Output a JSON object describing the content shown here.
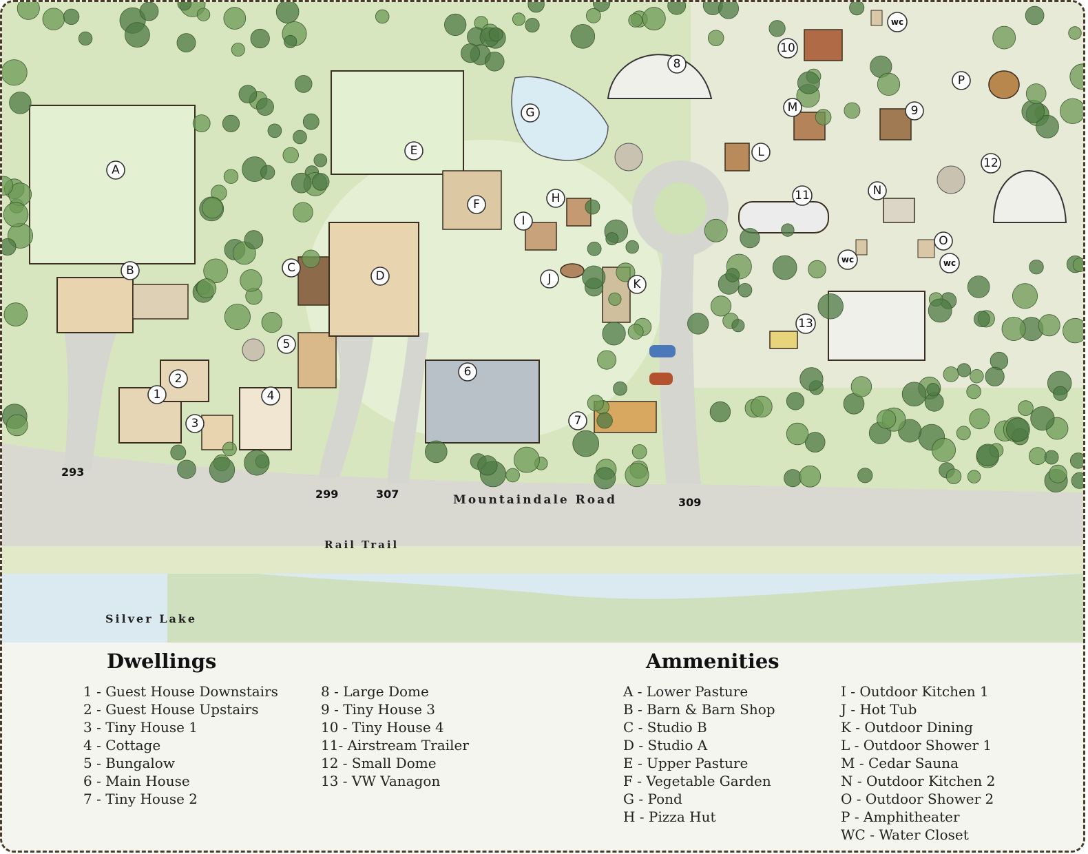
{
  "map": {
    "addresses": [
      "293",
      "299",
      "307",
      "309"
    ],
    "road_name": "Mountaindale Road",
    "trail_name": "Rail Trail",
    "lake_name": "Silver Lake",
    "markers": {
      "A": "A",
      "B": "B",
      "C": "C",
      "D": "D",
      "E": "E",
      "F": "F",
      "G": "G",
      "H": "H",
      "I": "I",
      "J": "J",
      "K": "K",
      "L": "L",
      "M": "M",
      "N": "N",
      "O": "O",
      "P": "P",
      "n1": "1",
      "n2": "2",
      "n3": "3",
      "n4": "4",
      "n5": "5",
      "n6": "6",
      "n7": "7",
      "n8": "8",
      "n9": "9",
      "n10": "10",
      "n11": "11",
      "n12": "12",
      "n13": "13",
      "wc": "wc"
    },
    "colors": {
      "grass": "#d8e6bf",
      "pasture": "#e4f0d2",
      "road": "#d6d6d0",
      "water": "#d9ecf2",
      "tree": "#6e9a55",
      "dark_tree": "#4d7a44",
      "building": "#e8d4ae"
    }
  },
  "legend": {
    "dwellings_title": "Dwellings",
    "dwellings_col1": [
      "1 - Guest House Downstairs",
      "2 - Guest House Upstairs",
      "3 - Tiny House 1",
      "4 - Cottage",
      "5 - Bungalow",
      "6 - Main House",
      "7 - Tiny House 2"
    ],
    "dwellings_col2": [
      "8 - Large Dome",
      "9 - Tiny House 3",
      "10 - Tiny House 4",
      "11- Airstream Trailer",
      "12 - Small Dome",
      "13 - VW Vanagon"
    ],
    "amenities_title": "Ammenities",
    "amenities_col1": [
      "A - Lower Pasture",
      "B - Barn & Barn Shop",
      "C - Studio B",
      "D - Studio A",
      "E - Upper Pasture",
      "F - Vegetable Garden",
      "G - Pond",
      "H - Pizza Hut"
    ],
    "amenities_col2": [
      "I - Outdoor Kitchen 1",
      "J - Hot Tub",
      "K - Outdoor Dining",
      "L - Outdoor Shower 1",
      "M - Cedar Sauna",
      "N - Outdoor Kitchen 2",
      "O - Outdoor Shower 2",
      "P - Amphitheater",
      "WC - Water Closet"
    ]
  }
}
